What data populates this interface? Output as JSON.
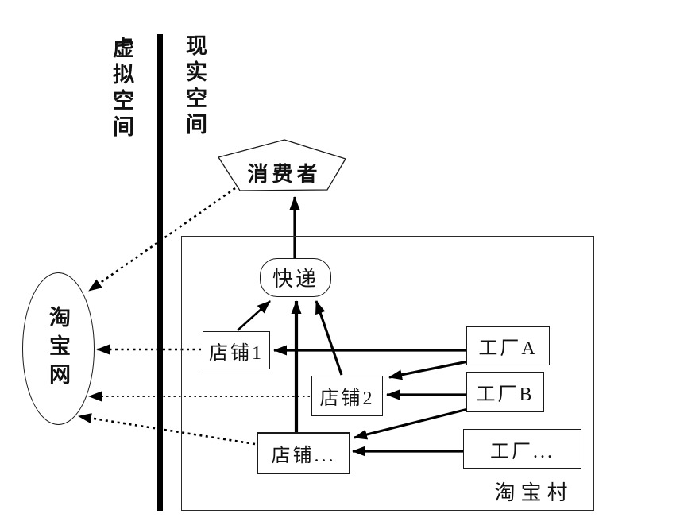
{
  "colors": {
    "ink": "#111111",
    "paper": "#ffffff"
  },
  "spaces": {
    "virtual": "虚拟空间",
    "real": "现实空间"
  },
  "nodes": {
    "taobao_site": "淘宝网",
    "consumer": "消费者",
    "express": "快递",
    "shop1": "店铺1",
    "shop2": "店铺2",
    "shop_more": "店铺...",
    "factory_a": "工厂A",
    "factory_b": "工厂B",
    "factory_more": "工厂...",
    "village": "淘宝村"
  }
}
